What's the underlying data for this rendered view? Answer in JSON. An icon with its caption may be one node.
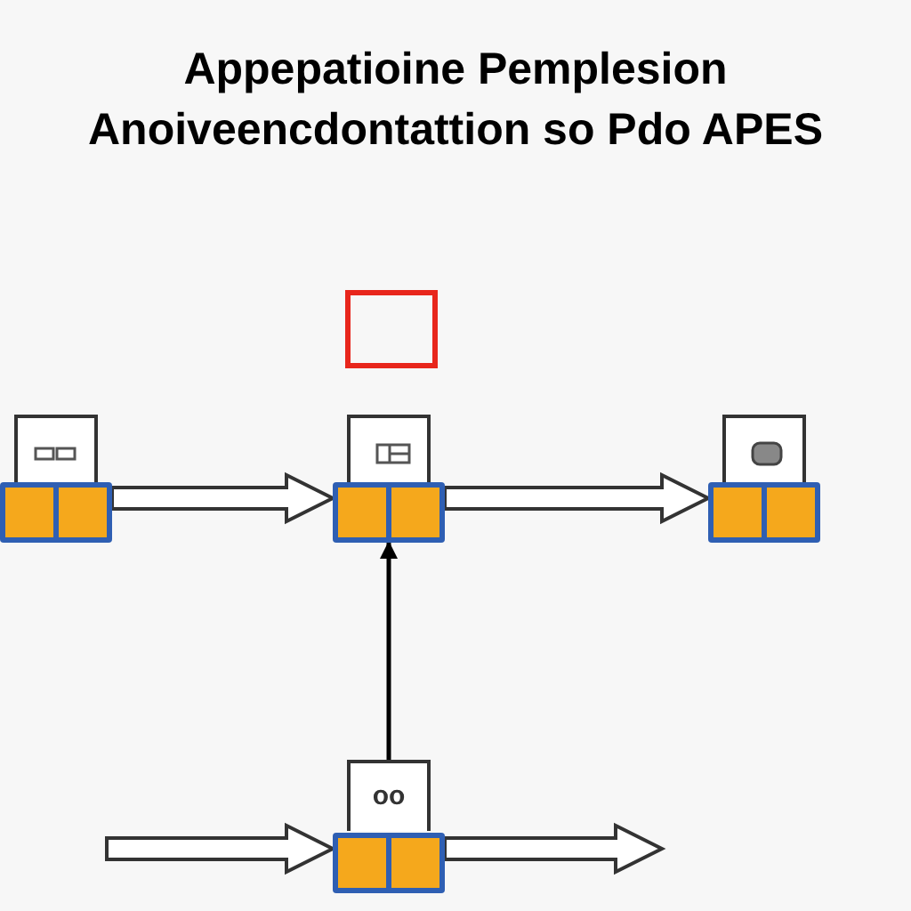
{
  "diagram": {
    "title": "Appepatioine Pemplesion Anoiveencdontattion so Pdo APES",
    "nodes": [
      {
        "text": [],
        "shape": "box"
      },
      {
        "text": [],
        "shape": "box"
      },
      {
        "text": [],
        "shape": "box"
      },
      {
        "text": [],
        "shape": "box"
      },
      {
        "text": [
          "oo"
        ]
      }
    ],
    "edges": [
      {
        "from": 1,
        "to": 2,
        "arrow": "to"
      },
      {
        "from": 2,
        "to": 3,
        "arrow": "to"
      },
      {
        "from": 4,
        "to": 2,
        "arrow": "to"
      },
      {
        "from": null,
        "to": 4,
        "arrow": "to"
      },
      {
        "from": 4,
        "to": null,
        "arrow": "to"
      }
    ]
  }
}
